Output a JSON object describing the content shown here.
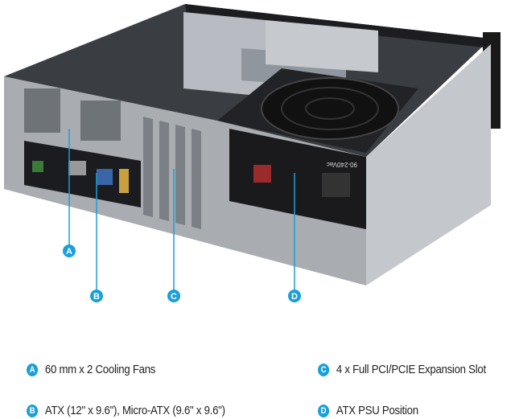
{
  "accent_color": "#1a9fd8",
  "psu_voltage_label": "90-240Vac",
  "markers": [
    "A",
    "B",
    "C",
    "D"
  ],
  "legend": [
    {
      "letter": "A",
      "text": "60 mm x 2 Cooling Fans"
    },
    {
      "letter": "B",
      "text": "ATX (12\" x 9.6\"), Micro-ATX (9.6\" x 9.6\")"
    },
    {
      "letter": "C",
      "text": "4 x Full PCI/PCIE Expansion Slot"
    },
    {
      "letter": "D",
      "text": "ATX PSU Position"
    }
  ]
}
